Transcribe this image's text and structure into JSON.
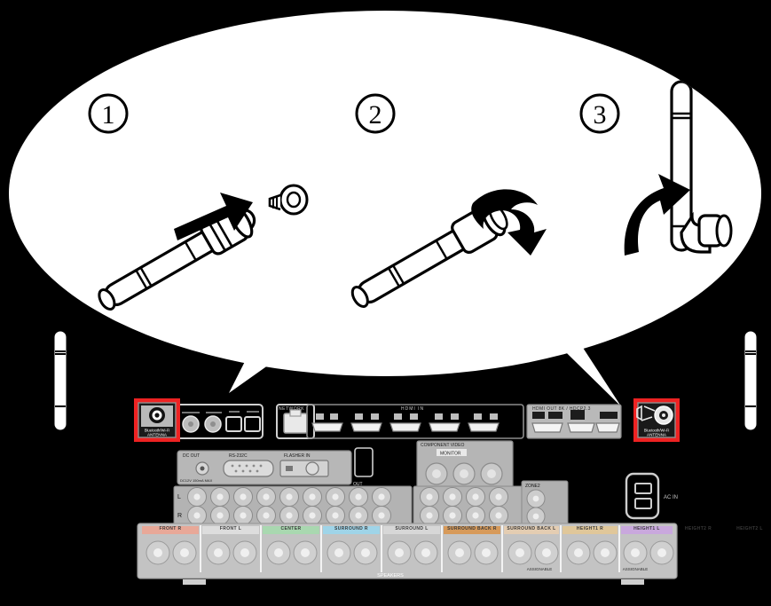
{
  "figure": {
    "kind": "instruction-diagram",
    "background_color": "#000000",
    "callout_fill": "#ffffff",
    "highlight_color": "#ee2222",
    "line_color": "#000000"
  },
  "callout": {
    "shape": "ellipse",
    "steps": [
      {
        "number": "1",
        "action": "slide-antenna-onto-connector",
        "arrow": "straight-push"
      },
      {
        "number": "2",
        "action": "rotate-to-tighten",
        "arrow": "curved-twist"
      },
      {
        "number": "3",
        "action": "raise-antenna-upright",
        "arrow": "curved-lift"
      }
    ]
  },
  "device": {
    "name": "av-receiver-rear-panel",
    "antenna_terminals": [
      {
        "side": "left",
        "label_line1": "Bluetooth/Wi-Fi",
        "label_line2": "ANTENNA",
        "has_antenna_attached": false
      },
      {
        "side": "right",
        "label_line1": "Bluetooth/Wi-Fi",
        "label_line2": "ANTENNA",
        "has_antenna_attached": true
      }
    ],
    "sections": {
      "network_label": "NETWORK",
      "hdmi_in_label": "HDMI IN",
      "hdmi_out_label": "HDMI OUT  8K / HDCP2.3",
      "component_video_label": "COMPONENT VIDEO",
      "monitor_label": "MONITOR",
      "dc_out_label": "DC OUT",
      "dc_out_rating": "DC12V 150mA MAX",
      "rs232c_label": "RS-232C",
      "flasher_label": "FLASHER IN",
      "zone_label": "ZONE2",
      "ac_in_label": "AC IN",
      "speakers_label": "SPEAKERS",
      "assignable_label": "ASSIGNABLE",
      "out_label": "OUT",
      "video_out_label": "VIDEO OUT"
    },
    "speaker_terminals": [
      {
        "label": "FRONT",
        "channel": "R",
        "color": "#e8a898"
      },
      {
        "label": "FRONT",
        "channel": "L",
        "color": "#dddddd"
      },
      {
        "label": "CENTER",
        "channel": "",
        "color": "#a9d8b0"
      },
      {
        "label": "SURROUND",
        "channel": "R",
        "color": "#9fd4e8"
      },
      {
        "label": "SURROUND",
        "channel": "L",
        "color": "#d7d7d7"
      },
      {
        "label": "SURROUND BACK",
        "channel": "R",
        "color": "#d79a5a"
      },
      {
        "label": "SURROUND BACK",
        "channel": "L",
        "color": "#e4cdb2"
      },
      {
        "label": "HEIGHT1",
        "channel": "R",
        "color": "#e0c79a"
      },
      {
        "label": "HEIGHT1",
        "channel": "L",
        "color": "#efe3c6"
      },
      {
        "label": "HEIGHT2",
        "channel": "R",
        "color": "#c9a8dd"
      },
      {
        "label": "HEIGHT2",
        "channel": "L",
        "color": "#e3d3ee"
      }
    ],
    "side_antennas": [
      {
        "side": "left",
        "state": "upright"
      },
      {
        "side": "right",
        "state": "upright"
      }
    ]
  }
}
